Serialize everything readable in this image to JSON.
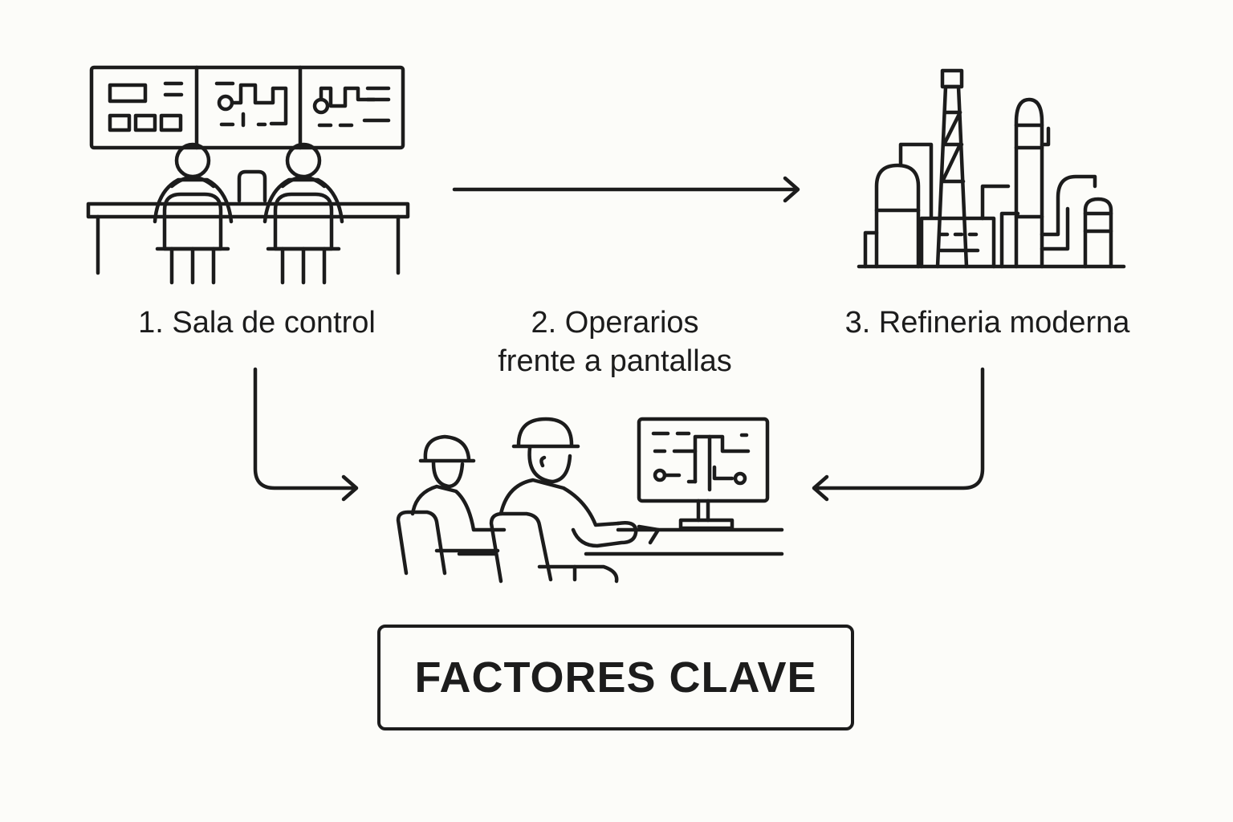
{
  "steps": [
    {
      "label": "1. Sala de control",
      "icon": "control-room-icon"
    },
    {
      "label_line1": "2. Operarios",
      "label_line2": "frente a pantallas",
      "icon": "operators-screens-icon"
    },
    {
      "label": "3. Refineria moderna",
      "icon": "refinery-icon"
    }
  ],
  "key_box": {
    "label": "FACTORES CLAVE"
  },
  "colors": {
    "stroke": "#1c1c1c",
    "background": "#fcfcf9"
  }
}
